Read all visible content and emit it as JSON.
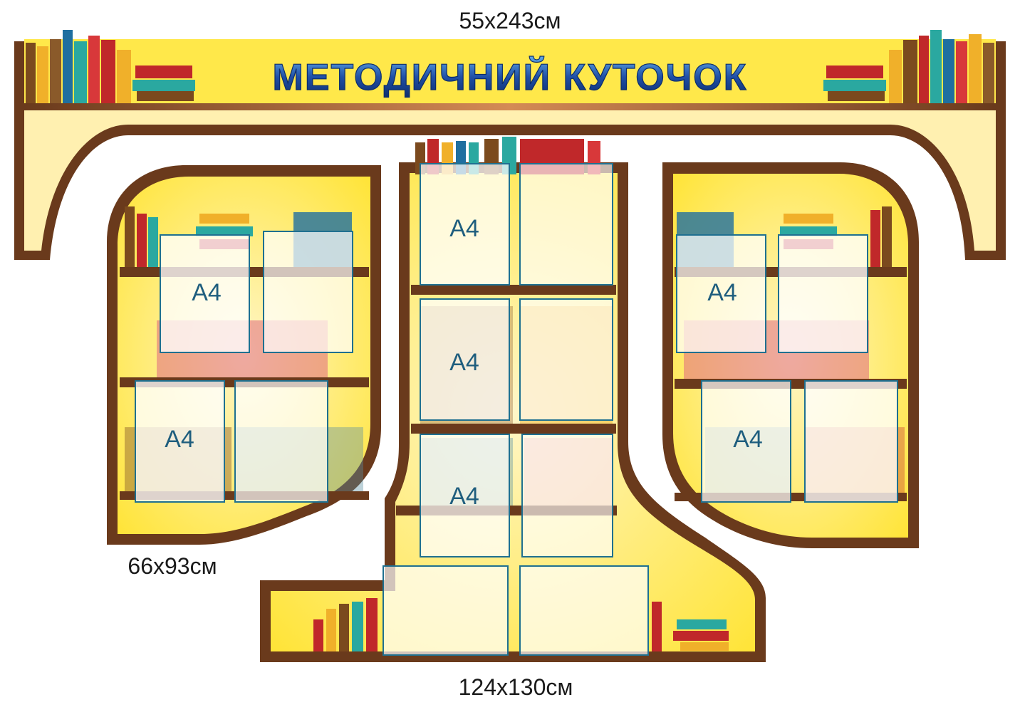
{
  "header": {
    "title": "МЕТОДИЧНИЙ  КУТОЧОК"
  },
  "dimensions": {
    "top": "55x243см",
    "side": "66x93см",
    "center": "124x130см"
  },
  "pockets": {
    "label": "А4"
  },
  "colors": {
    "background": "#fbe9a6",
    "panel": "#fff0b0",
    "yellow": "#ffe84a",
    "frame": "#6a3a1c",
    "copper": "#c77a45",
    "title_blue": "#1f4fa5",
    "pocket_edge": "#1f7090"
  }
}
